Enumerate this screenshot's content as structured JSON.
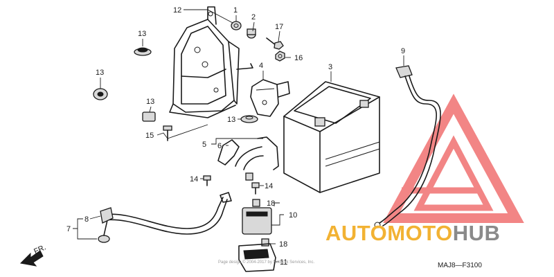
{
  "parts": [
    {
      "id": "p1",
      "label": "1"
    },
    {
      "id": "p2",
      "label": "2"
    },
    {
      "id": "p3",
      "label": "3"
    },
    {
      "id": "p4",
      "label": "4"
    },
    {
      "id": "p5",
      "label": "5"
    },
    {
      "id": "p6",
      "label": "6"
    },
    {
      "id": "p7",
      "label": "7"
    },
    {
      "id": "p8",
      "label": "8"
    },
    {
      "id": "p9",
      "label": "9"
    },
    {
      "id": "p10",
      "label": "10"
    },
    {
      "id": "p11",
      "label": "11"
    },
    {
      "id": "p12",
      "label": "12"
    },
    {
      "id": "p13a",
      "label": "13"
    },
    {
      "id": "p13b",
      "label": "13"
    },
    {
      "id": "p13c",
      "label": "13"
    },
    {
      "id": "p13d",
      "label": "13"
    },
    {
      "id": "p14a",
      "label": "14"
    },
    {
      "id": "p14b",
      "label": "14"
    },
    {
      "id": "p15",
      "label": "15"
    },
    {
      "id": "p16",
      "label": "16"
    },
    {
      "id": "p17",
      "label": "17"
    },
    {
      "id": "p18a",
      "label": "18"
    },
    {
      "id": "p18b",
      "label": "18"
    }
  ],
  "front_arrow_label": "FR.",
  "diagram_code": "MAJ8—F3100",
  "copyright_note": "Page design © 2004-2017 by Network Services, Inc.",
  "watermark": {
    "part1": "AUTOMOTO",
    "part2": "HUB",
    "color_part1": "#f2b233",
    "color_part2": "#8a8a8a",
    "logo_color": "#f07070"
  }
}
